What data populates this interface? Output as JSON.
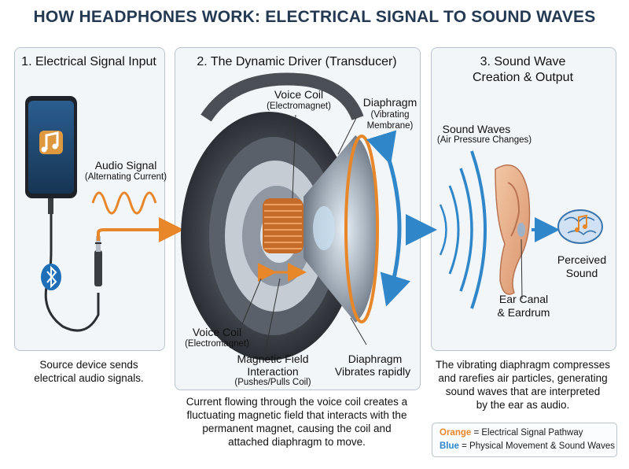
{
  "title": "HOW HEADPHONES WORK: ELECTRICAL SIGNAL TO SOUND WAVES",
  "panels": {
    "input": {
      "title": "1. Electrical Signal Input",
      "audio_signal": "Audio Signal",
      "audio_signal_sub": "(Alternating Current)",
      "caption_1": "Source device sends",
      "caption_2": "electrical audio signals."
    },
    "driver": {
      "title": "2. The Dynamic Driver (Transducer)",
      "voice_coil_top": "Voice Coil",
      "voice_coil_top_sub": "(Electromagnet)",
      "diaphragm_top": "Diaphragm",
      "diaphragm_top_sub_1": "(Vibrating",
      "diaphragm_top_sub_2": "Membrane)",
      "voice_coil_bottom": "Voice Coil",
      "voice_coil_bottom_sub": "(Electromagnet)",
      "magnetic_1": "Magnetic Field",
      "magnetic_2": "Interaction",
      "magnetic_sub": "(Pushes/Pulls Coil)",
      "diaphragm_bottom_1": "Diaphragm",
      "diaphragm_bottom_2": "Vibrates rapidly",
      "caption_1": "Current flowing through the voice coil creates a",
      "caption_2": "fluctuating magnetic field that interacts with the",
      "caption_3": "permanent magnet, causing the coil and",
      "caption_4": "attached diaphragm to move."
    },
    "output": {
      "title_1": "3. Sound Wave",
      "title_2": "Creation & Output",
      "sound_waves": "Sound Waves",
      "sound_waves_sub": "(Air Pressure Changes)",
      "perceived_1": "Perceived",
      "perceived_2": "Sound",
      "ear_1": "Ear Canal",
      "ear_2": "& Eardrum",
      "caption_1": "The vibrating diaphragm compresses",
      "caption_2": "and rarefies air particles, generating",
      "caption_3": "sound waves that are interpreted",
      "caption_4": "by the ear as audio."
    }
  },
  "legend": {
    "orange_key": "Orange",
    "orange_text": " = Electrical Signal Pathway",
    "blue_key": "Blue",
    "blue_text": " = Physical Movement & Sound Waves"
  },
  "colors": {
    "electrical": "#e8862a",
    "movement": "#2f86c9"
  },
  "icons": [
    "music-note-icon",
    "bluetooth-icon",
    "brain-icon"
  ]
}
